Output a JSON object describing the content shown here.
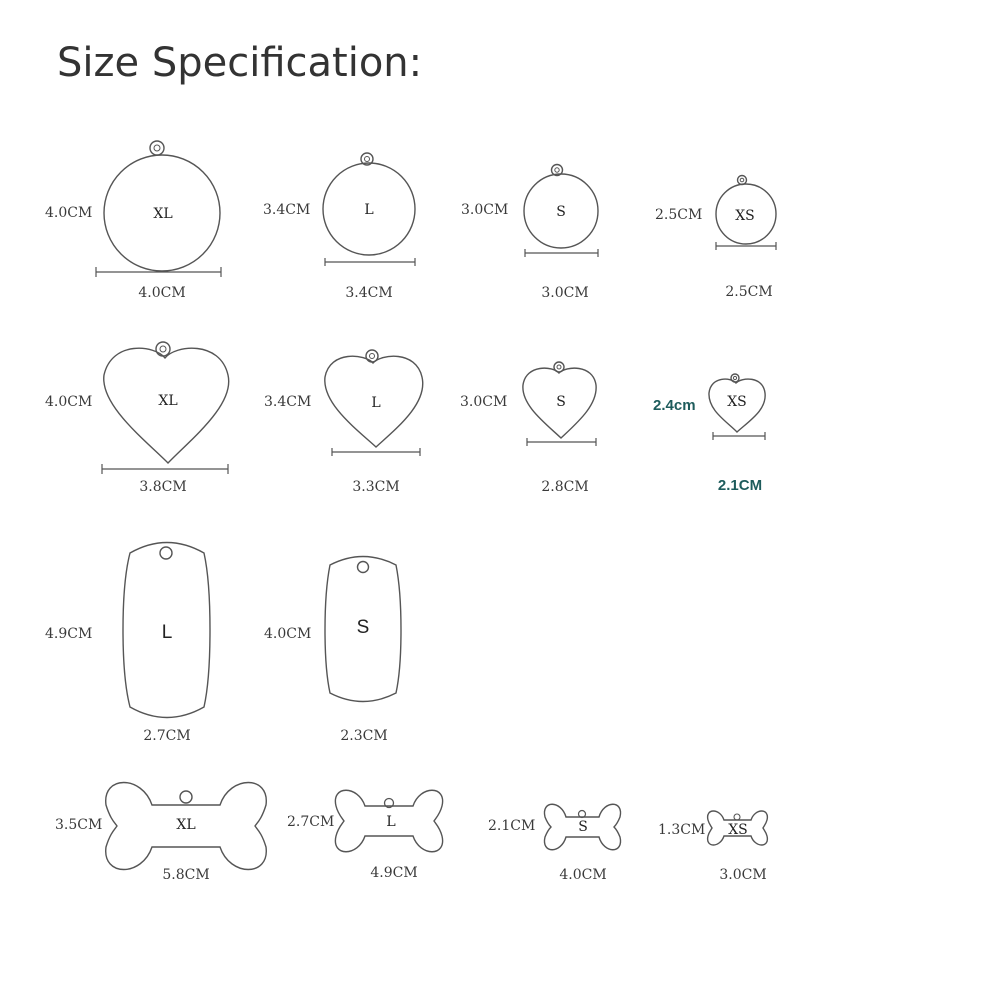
{
  "title": "Size Specification:",
  "round": [
    {
      "size": "XL",
      "height": "4.0CM",
      "width": "4.0CM"
    },
    {
      "size": "L",
      "height": "3.4CM",
      "width": "3.4CM"
    },
    {
      "size": "S",
      "height": "3.0CM",
      "width": "3.0CM"
    },
    {
      "size": "XS",
      "height": "2.5CM",
      "width": "2.5CM"
    }
  ],
  "heart": [
    {
      "size": "XL",
      "height": "4.0CM",
      "width": "3.8CM"
    },
    {
      "size": "L",
      "height": "3.4CM",
      "width": "3.3CM"
    },
    {
      "size": "S",
      "height": "3.0CM",
      "width": "2.8CM"
    },
    {
      "size": "XS",
      "height": "2.4cm",
      "width": "2.1CM"
    }
  ],
  "dogtag": [
    {
      "size": "L",
      "height": "4.9CM",
      "width": "2.7CM"
    },
    {
      "size": "S",
      "height": "4.0CM",
      "width": "2.3CM"
    }
  ],
  "bone": [
    {
      "size": "XL",
      "height": "3.5CM",
      "width": "5.8CM"
    },
    {
      "size": "L",
      "height": "2.7CM",
      "width": "4.9CM"
    },
    {
      "size": "S",
      "height": "2.1CM",
      "width": "4.0CM"
    },
    {
      "size": "XS",
      "height": "1.3CM",
      "width": "3.0CM"
    }
  ],
  "colors": {
    "outline": "#555555",
    "text": "#333333",
    "accent": "#1e5c5c"
  }
}
